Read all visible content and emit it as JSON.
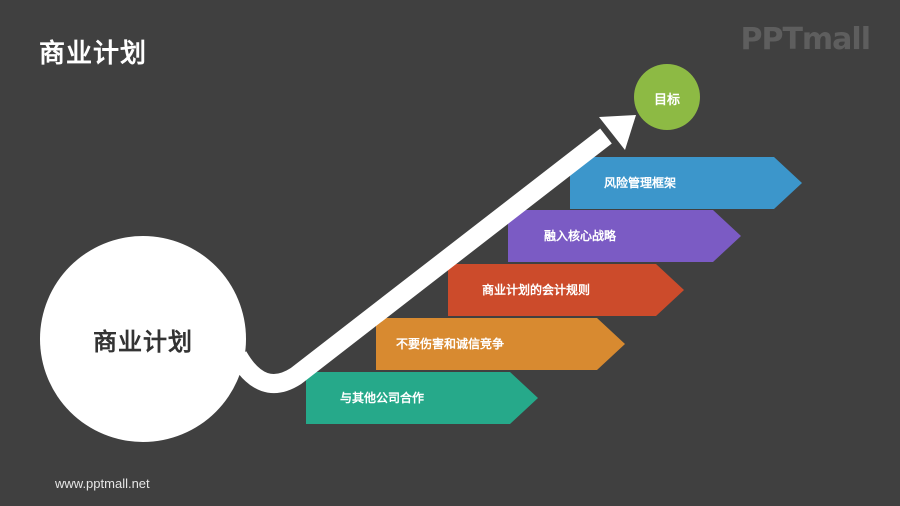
{
  "slide": {
    "title": "商业计划",
    "logo": "PPTmall",
    "footer_url": "www.pptmall.net",
    "background": "#404040"
  },
  "center_node": {
    "label": "商业计划",
    "color": "#ffffff"
  },
  "goal_node": {
    "label": "目标",
    "color": "#8DBA44"
  },
  "arrow": {
    "color": "#ffffff",
    "icon": "arrow-up-right-icon"
  },
  "steps": [
    {
      "label": "与其他公司合作",
      "color": "#26A98A"
    },
    {
      "label": "不要伤害和诚信竞争",
      "color": "#D88A30"
    },
    {
      "label": "商业计划的会计规则",
      "color": "#CC4B2B"
    },
    {
      "label": "融入核心战略",
      "color": "#7B5BC4"
    },
    {
      "label": "风险管理框架",
      "color": "#3C96CB"
    }
  ]
}
